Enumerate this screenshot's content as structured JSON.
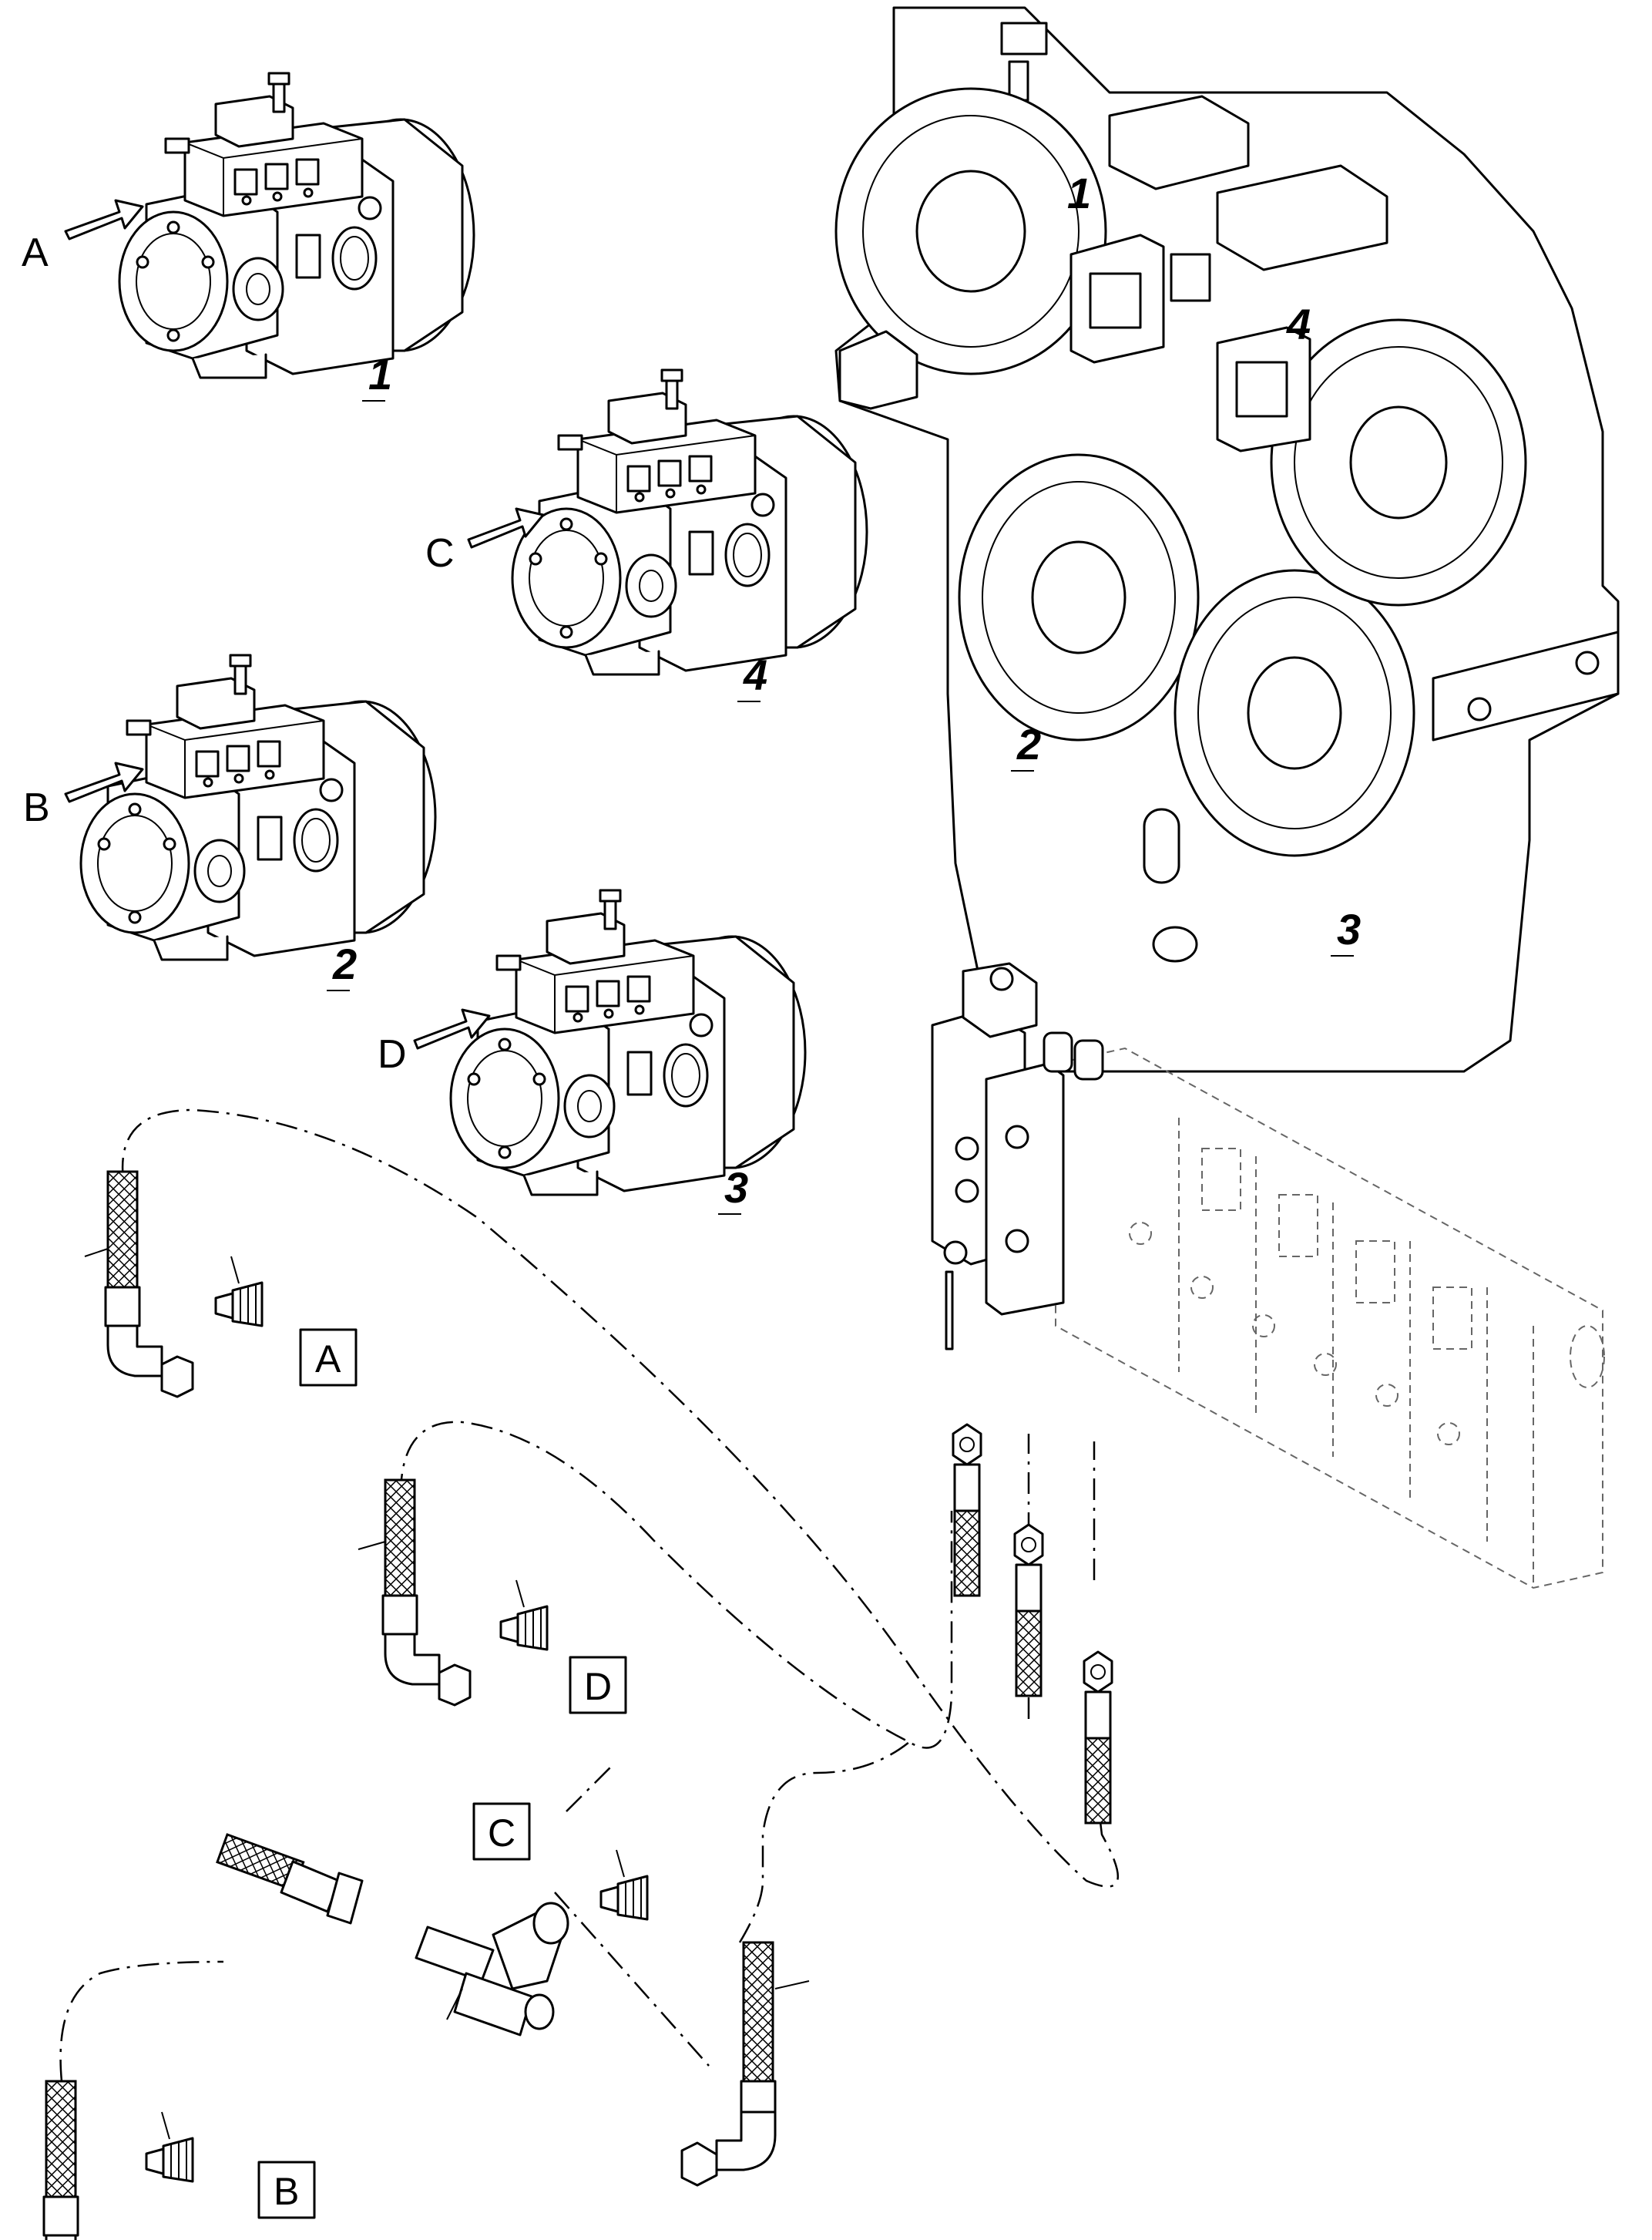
{
  "view_labels": {
    "a": "A",
    "b": "B",
    "c": "C",
    "d": "D"
  },
  "pump_numbers": {
    "p1": "1",
    "p2": "2",
    "p3": "3",
    "p4": "4"
  },
  "gearbox_port_numbers": {
    "g1": "1",
    "g2": "2",
    "g3": "3",
    "g4": "4"
  },
  "detail_boxes": {
    "a": "A",
    "b": "B",
    "c": "C",
    "d": "D"
  }
}
